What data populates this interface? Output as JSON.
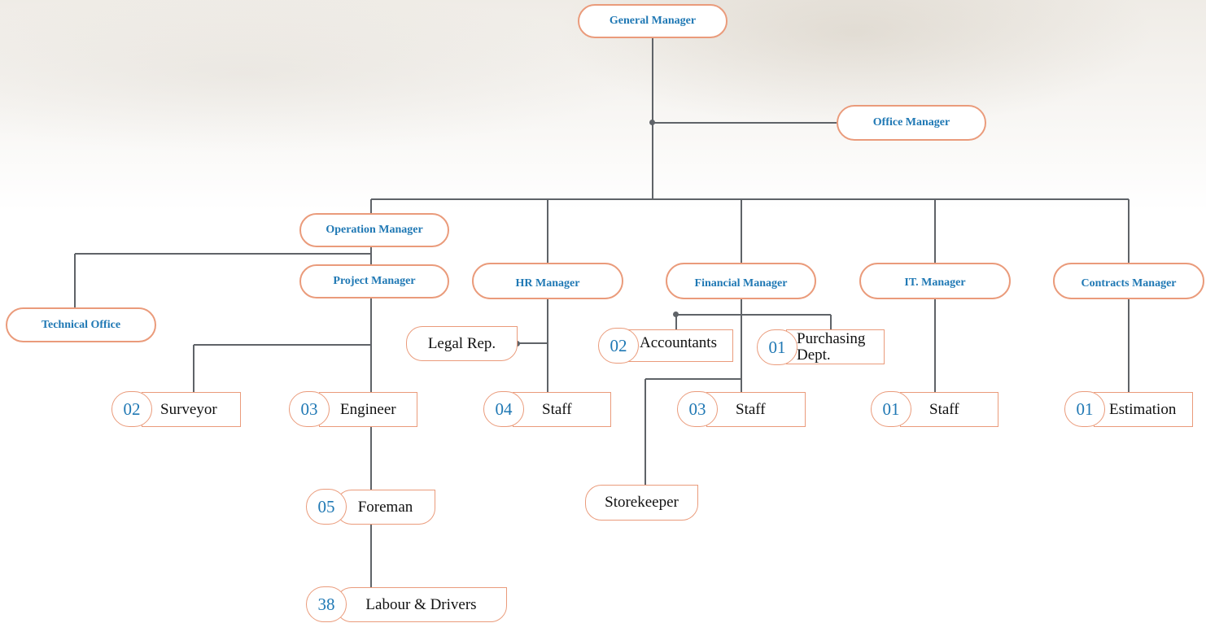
{
  "nodes": {
    "general_manager": "General Manager",
    "office_manager": "Office Manager",
    "operation_manager": "Operation Manager",
    "project_manager": "Project Manager",
    "technical_office": "Technical Office",
    "hr_manager": "HR Manager",
    "financial_manager": "Financial Manager",
    "it_manager": "IT. Manager",
    "contracts_manager": "Contracts Manager"
  },
  "units": {
    "surveyor": {
      "count": "02",
      "label": "Surveyor"
    },
    "engineer": {
      "count": "03",
      "label": "Engineer"
    },
    "foreman": {
      "count": "05",
      "label": "Foreman"
    },
    "labour": {
      "count": "38",
      "label": "Labour & Drivers"
    },
    "legal": {
      "label": "Legal Rep."
    },
    "hr_staff": {
      "count": "04",
      "label": "Staff"
    },
    "accountants": {
      "count": "02",
      "label": "Accountants"
    },
    "purchasing": {
      "count": "01",
      "label_line1": "Purchasing",
      "label_line2": "Dept."
    },
    "fin_staff": {
      "count": "03",
      "label": "Staff"
    },
    "storekeeper": {
      "label": "Storekeeper"
    },
    "it_staff": {
      "count": "01",
      "label": "Staff"
    },
    "estimation": {
      "count": "01",
      "label": "Estimation"
    }
  },
  "colors": {
    "accent_border": "#ea9b7b",
    "title_blue": "#1f78b4",
    "connector": "#5f6368"
  }
}
